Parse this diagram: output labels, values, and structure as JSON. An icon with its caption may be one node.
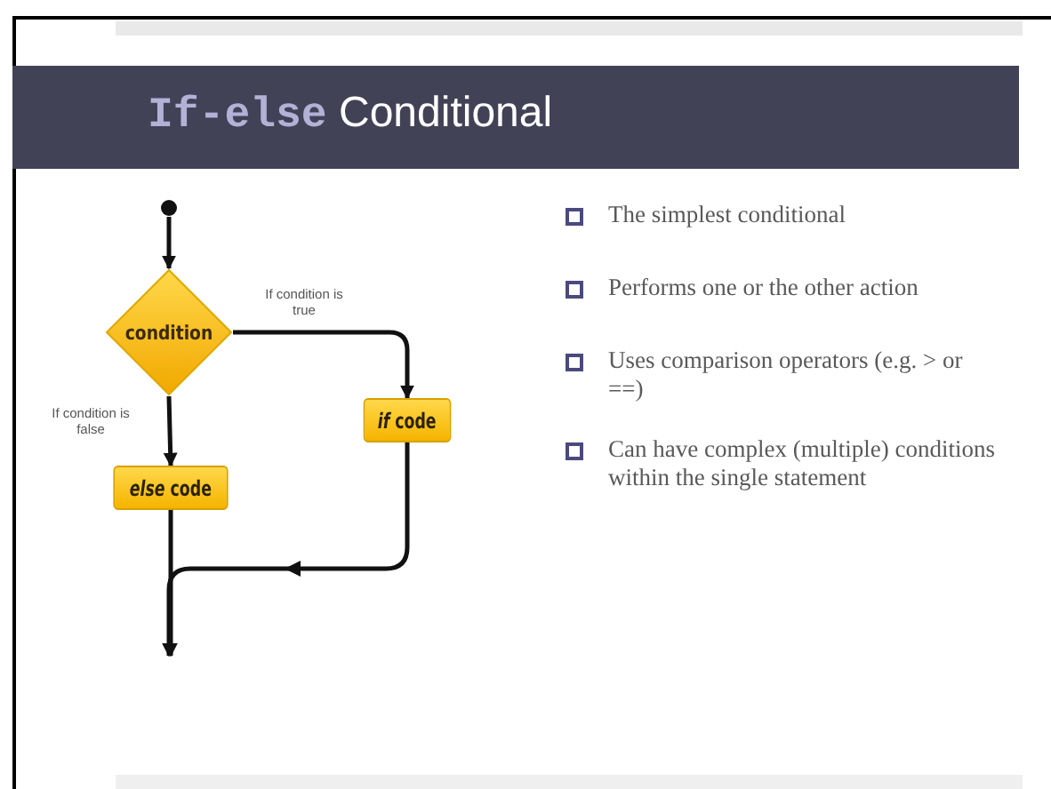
{
  "diagram": {
    "title": "If-else Conditional",
    "nodes": [
      {
        "text": [],
        "shape": "circle"
      },
      {
        "text": [
          "condition"
        ]
      },
      {
        "text": [
          "*if* code"
        ]
      },
      {
        "text": [
          "*else* code"
        ]
      }
    ],
    "edges": [
      {
        "from": 0,
        "to": 1,
        "arrow": "to"
      },
      {
        "from": 1,
        "to": 2,
        "arrow": "to",
        "label": "If condition is true"
      },
      {
        "from": 1,
        "to": 3,
        "arrow": "to",
        "label": "If condition is false"
      },
      {
        "from": 2,
        "to": null,
        "arrow": "to"
      },
      {
        "from": 3,
        "to": null,
        "arrow": "to"
      }
    ],
    "labels": [
      "The simplest conditional",
      "Performs one or the other action",
      "Uses comparison operators (e.g. > or ==)",
      "Can have complex (multiple) conditions within the single statement"
    ]
  }
}
